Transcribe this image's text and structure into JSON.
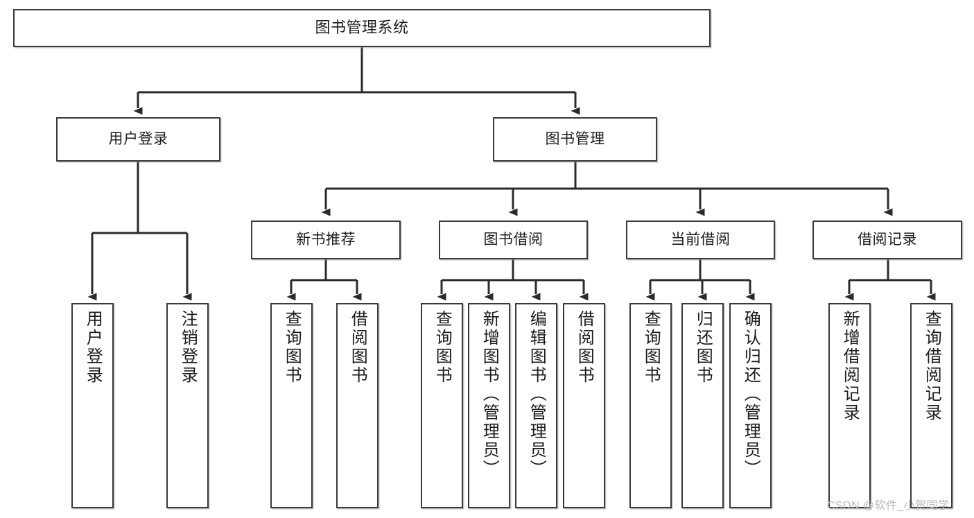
{
  "diagram": {
    "type": "tree-hierarchy",
    "title": "图书管理系统",
    "watermark": "CSDN @软件_小贺同学",
    "colors": {
      "background": "#ffffff",
      "box_border": "#3a3a3a",
      "text": "#1c1c1c",
      "connector": "#2b2b2b",
      "watermark": "#b9b9b9"
    },
    "levels": {
      "root": {
        "label": "图书管理系统"
      },
      "level2": [
        {
          "id": "user-login",
          "label": "用户登录"
        },
        {
          "id": "book-management",
          "label": "图书管理"
        }
      ],
      "level3": [
        {
          "id": "new-book-recommend",
          "label": "新书推荐",
          "parent": "book-management"
        },
        {
          "id": "book-borrow",
          "label": "图书借阅",
          "parent": "book-management"
        },
        {
          "id": "current-borrow",
          "label": "当前借阅",
          "parent": "book-management"
        },
        {
          "id": "borrow-record",
          "label": "借阅记录",
          "parent": "book-management"
        }
      ],
      "leaves": [
        {
          "id": "leaf-user-login",
          "label": "用户登录",
          "parent": "user-login"
        },
        {
          "id": "leaf-logout",
          "label": "注销登录",
          "parent": "user-login"
        },
        {
          "id": "leaf-query-book-1",
          "label": "查询图书",
          "parent": "new-book-recommend"
        },
        {
          "id": "leaf-borrow-book-1",
          "label": "借阅图书",
          "parent": "new-book-recommend"
        },
        {
          "id": "leaf-query-book-2",
          "label": "查询图书",
          "parent": "book-borrow"
        },
        {
          "id": "leaf-add-book",
          "label": "新增图书（管理员）",
          "parent": "book-borrow"
        },
        {
          "id": "leaf-edit-book",
          "label": "编辑图书（管理员）",
          "parent": "book-borrow"
        },
        {
          "id": "leaf-borrow-book-2",
          "label": "借阅图书",
          "parent": "book-borrow"
        },
        {
          "id": "leaf-query-book-3",
          "label": "查询图书",
          "parent": "current-borrow"
        },
        {
          "id": "leaf-return-book",
          "label": "归还图书",
          "parent": "current-borrow"
        },
        {
          "id": "leaf-confirm-return",
          "label": "确认归还（管理员）",
          "parent": "current-borrow"
        },
        {
          "id": "leaf-add-record",
          "label": "新增借阅记录",
          "parent": "borrow-record"
        },
        {
          "id": "leaf-query-record",
          "label": "查询借阅记录",
          "parent": "borrow-record"
        }
      ]
    }
  }
}
